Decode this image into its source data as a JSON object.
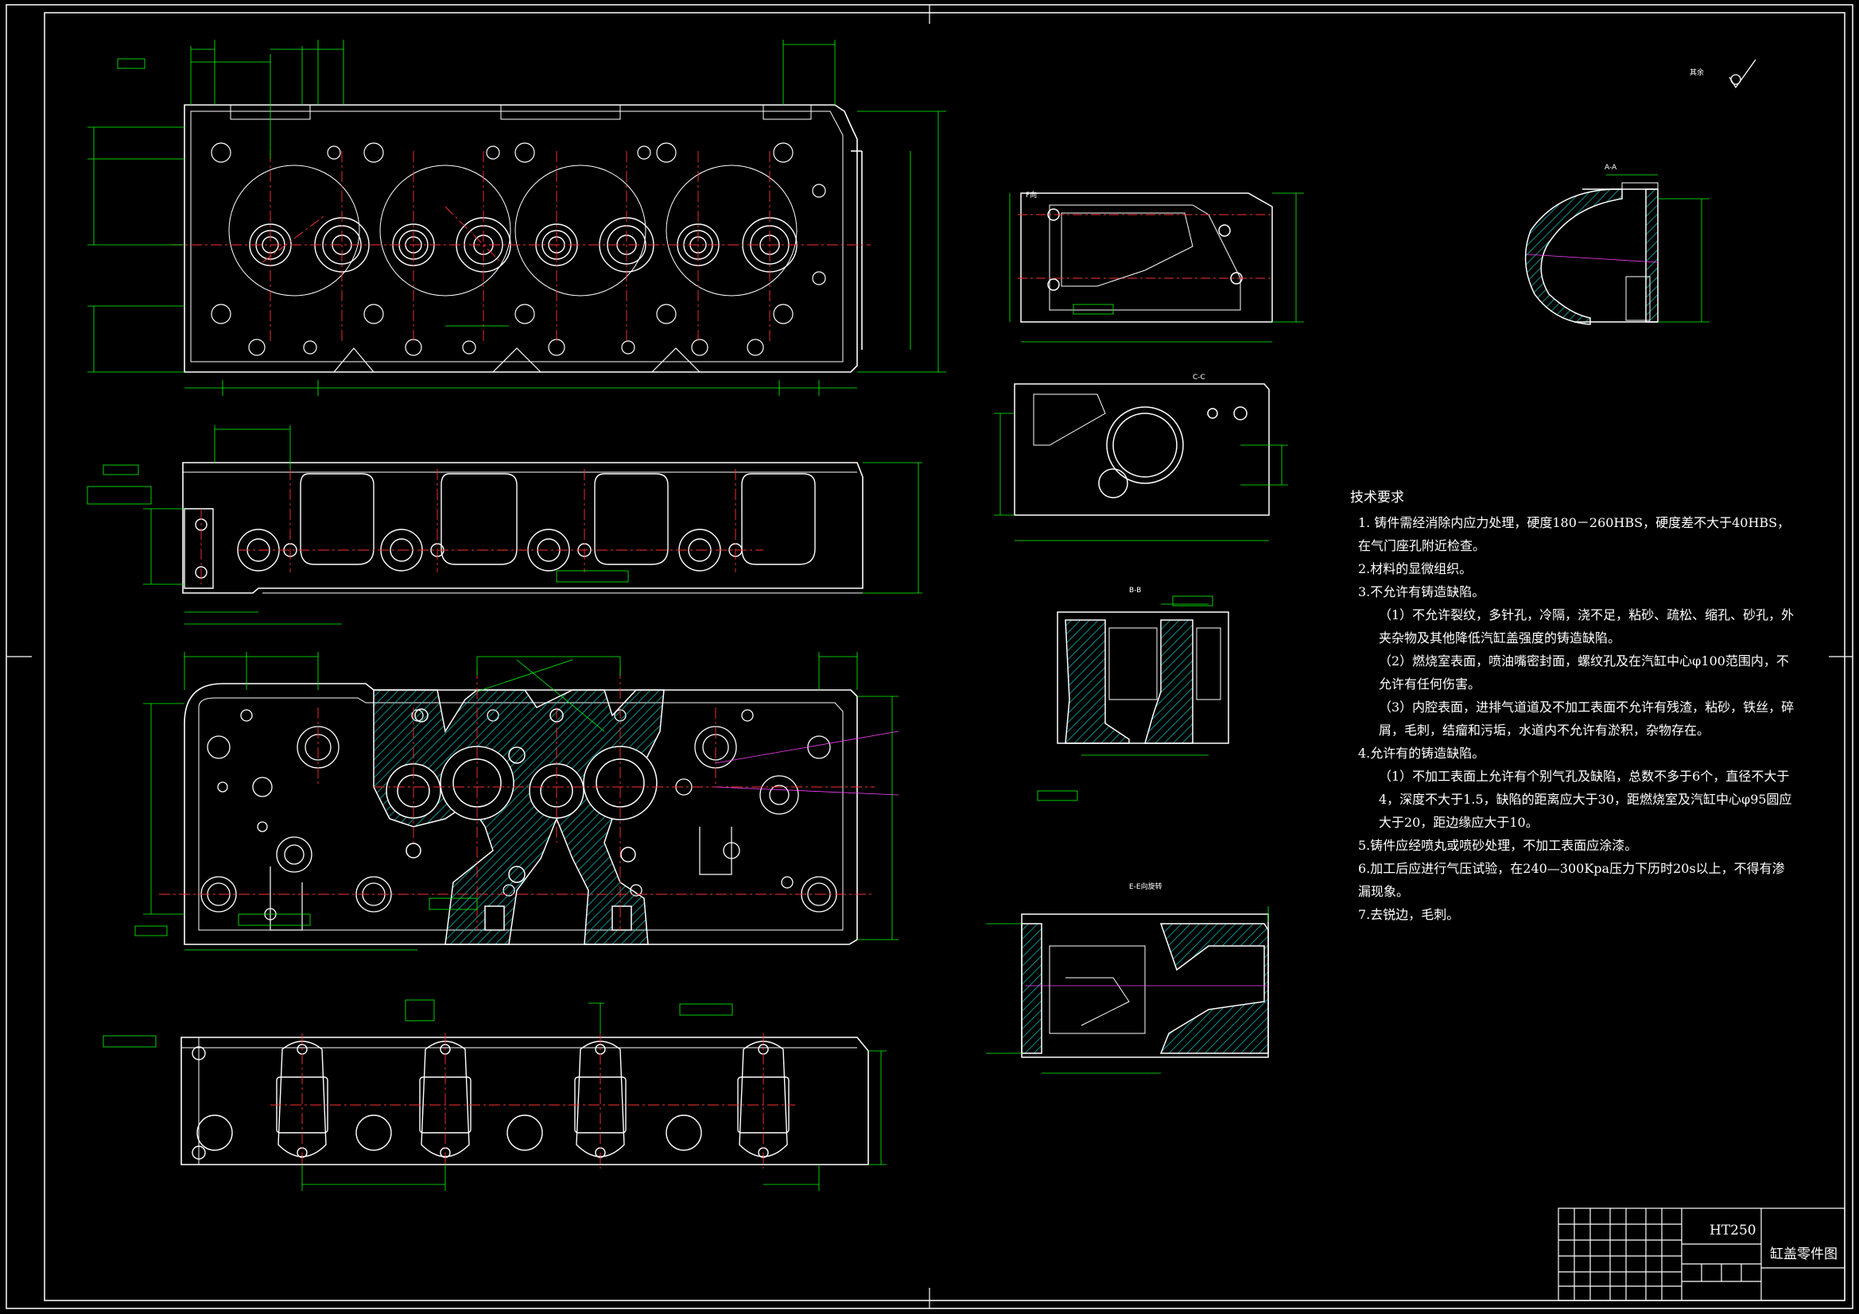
{
  "colors": {
    "background": "#000000",
    "outline": "#ffffff",
    "dimension": "#00ff00",
    "centerline": "#ff3030",
    "hatch": "#00cccc",
    "hidden": "#ff40ff"
  },
  "technical_requirements": {
    "title": "技术要求",
    "items": [
      "1. 铸件需经消除内应力处理，硬度180－260HBS，硬度差不大于40HBS，在气门座孔附近检查。",
      "2.材料的显微组织。",
      "3.不允许有铸造缺陷。",
      "（1）不允许裂纹，多针孔，冷隔，浇不足，粘砂、疏松、缩孔、砂孔，外夹杂物及其他降低汽缸盖强度的铸造缺陷。",
      "（2）燃烧室表面，喷油嘴密封面，螺纹孔及在汽缸中心φ100范围内，不允许有任何伤害。",
      "（3）内腔表面，进排气道道及不加工表面不允许有残渣，粘砂，铁丝，碎屑，毛刺，结瘤和污垢，水道内不允许有淤积，杂物存在。",
      "4.允许有的铸造缺陷。",
      "（1）不加工表面上允许有个别气孔及缺陷，总数不多于6个，直径不大于4，深度不大于1.5，缺陷的距离应大于30，距燃烧室及汽缸中心φ95圆应大于20，距边缘应大于10。",
      "5.铸件应经喷丸或喷砂处理，不加工表面应涂漆。",
      "6.加工后应进行气压试验，在240—300Kpa压力下历时20s以上，不得有渗漏现象。",
      "7.去锐边，毛刺。"
    ]
  },
  "title_block": {
    "material": "HT250",
    "drawing_name": "缸盖零件图"
  },
  "section_labels": {
    "f_view": "F向",
    "a_section": "A-A",
    "section_b": "B-B",
    "section_c": "C-C",
    "section_e": "E-E向旋转"
  },
  "surface_note": "其余"
}
